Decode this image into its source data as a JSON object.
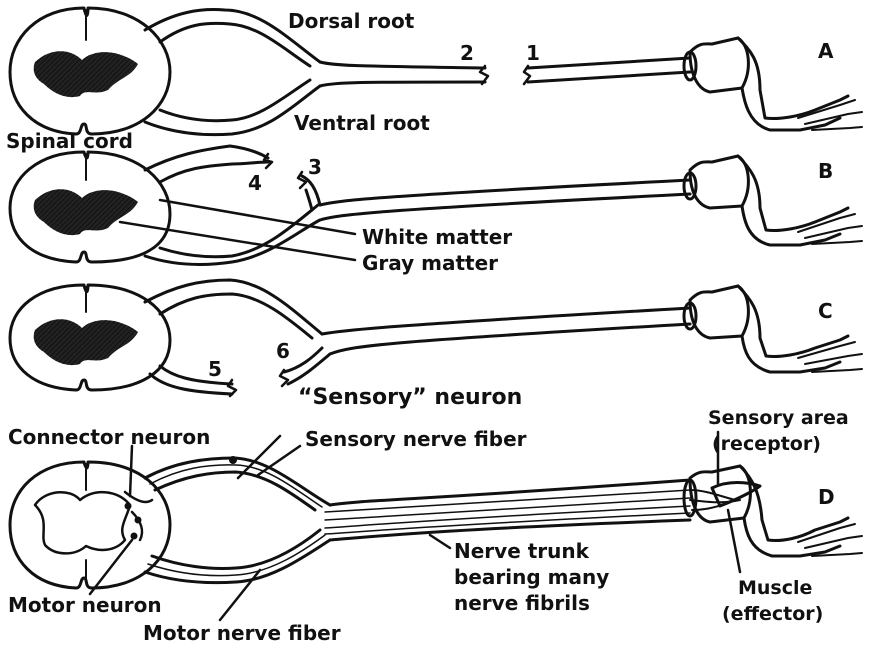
{
  "labels": {
    "dorsal_root": "Dorsal root",
    "ventral_root": "Ventral root",
    "spinal_cord": "Spinal cord",
    "white_matter": "White matter",
    "gray_matter": "Gray matter",
    "sensory_neuron": "“Sensory” neuron",
    "sensory_nerve_fiber": "Sensory nerve fiber",
    "connector_neuron": "Connector neuron",
    "motor_neuron": "Motor neuron",
    "motor_nerve_fiber": "Motor nerve fiber",
    "nerve_trunk_line1": "Nerve trunk",
    "nerve_trunk_line2": "bearing many",
    "nerve_trunk_line3": "nerve fibrils",
    "sensory_area_line1": "Sensory area",
    "sensory_area_line2": "(receptor)",
    "muscle_line1": "Muscle",
    "muscle_line2": "(effector)"
  },
  "cut_numbers": [
    "1",
    "2",
    "3",
    "4",
    "5",
    "6"
  ],
  "panel_letters": [
    "A",
    "B",
    "C",
    "D"
  ],
  "colors": {
    "ink": "#111111",
    "background": "#ffffff"
  }
}
